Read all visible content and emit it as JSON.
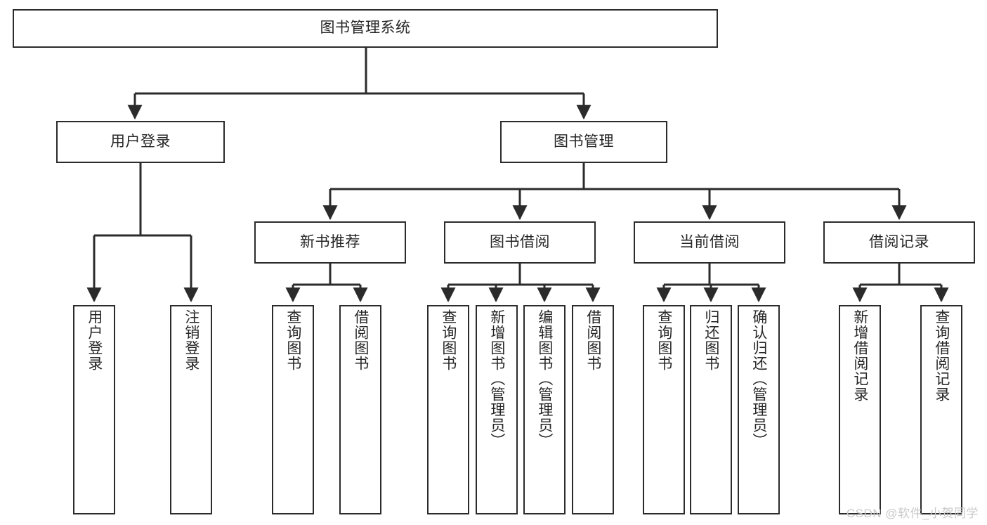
{
  "diagram": {
    "title": "图书管理系统",
    "type": "tree-hierarchy-diagram",
    "colors": {
      "box_border": "#2b2b2b",
      "box_fill": "#ffffff",
      "connector": "#2b2b2b",
      "text": "#262626",
      "watermark": "#c9c9c9"
    },
    "nodes": {
      "root": {
        "label": "图书管理系统"
      },
      "level2": [
        {
          "label": "用户登录"
        },
        {
          "label": "图书管理"
        }
      ],
      "level3": [
        {
          "label": "新书推荐"
        },
        {
          "label": "图书借阅"
        },
        {
          "label": "当前借阅"
        },
        {
          "label": "借阅记录"
        }
      ],
      "leaves_user_login": [
        {
          "label": "用户登录"
        },
        {
          "label": "注销登录"
        }
      ],
      "leaves_new_book": [
        {
          "label": "查询图书"
        },
        {
          "label": "借阅图书"
        }
      ],
      "leaves_borrow": [
        {
          "label": "查询图书"
        },
        {
          "label": "新增图书（管理员）"
        },
        {
          "label": "编辑图书（管理员）"
        },
        {
          "label": "借阅图书"
        }
      ],
      "leaves_current": [
        {
          "label": "查询图书"
        },
        {
          "label": "归还图书"
        },
        {
          "label": "确认归还（管理员）"
        }
      ],
      "leaves_records": [
        {
          "label": "新增借阅记录"
        },
        {
          "label": "查询借阅记录"
        }
      ]
    },
    "watermark": "CSDN @软件_小贺同学"
  }
}
